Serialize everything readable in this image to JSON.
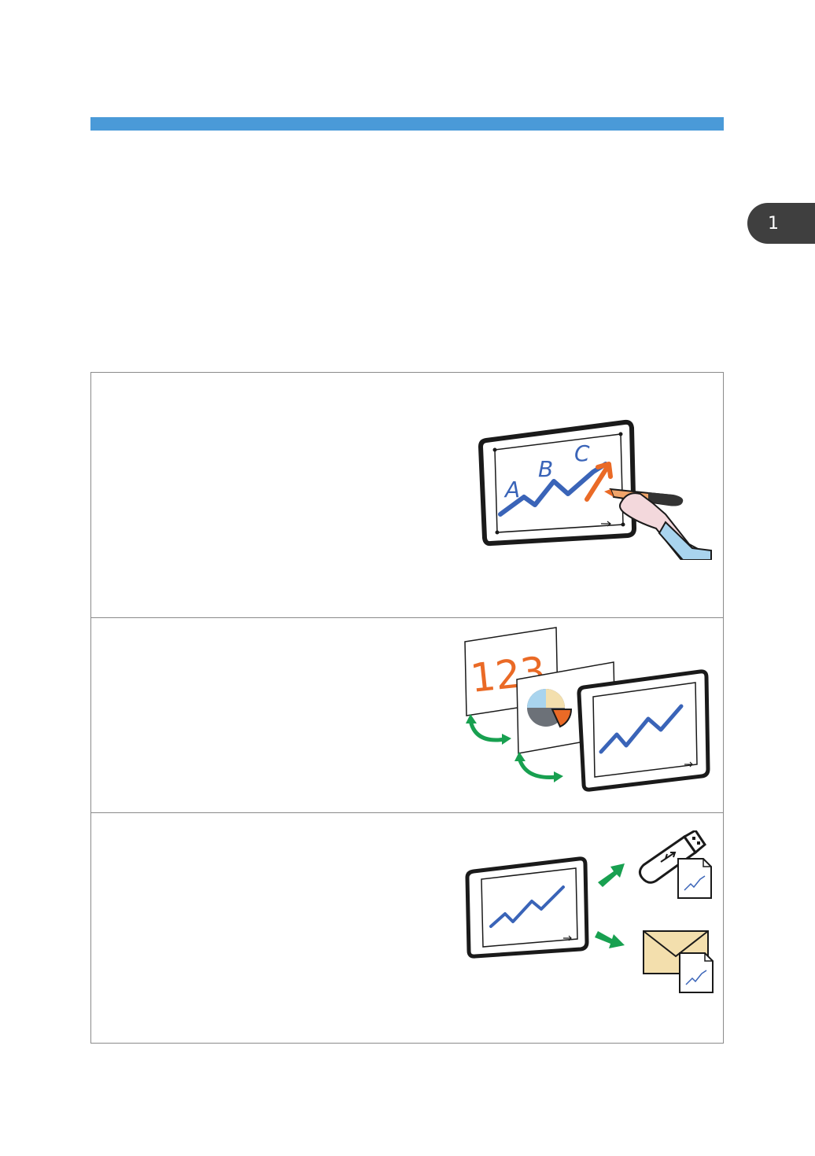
{
  "colors": {
    "header_bar": "#4a9ad8",
    "chapter_tab": "#3f3f3f",
    "ink_blue": "#3a64b8",
    "ink_orange": "#ea6a26",
    "arrow_green": "#18a050",
    "envelope": "#f3dfad"
  },
  "chapter_tab": {
    "number": "1"
  },
  "illustrations": {
    "writing": {
      "letters": [
        "A",
        "B",
        "C"
      ],
      "icons": [
        "whiteboard-icon",
        "pen-icon",
        "hand-icon"
      ]
    },
    "pages": {
      "number_text": "123",
      "icons": [
        "page-icon",
        "pie-chart-icon",
        "whiteboard-icon",
        "cycle-arrow-icon"
      ]
    },
    "saving": {
      "icons": [
        "whiteboard-icon",
        "usb-drive-icon",
        "envelope-icon",
        "document-icon",
        "green-arrow-icon"
      ]
    }
  }
}
